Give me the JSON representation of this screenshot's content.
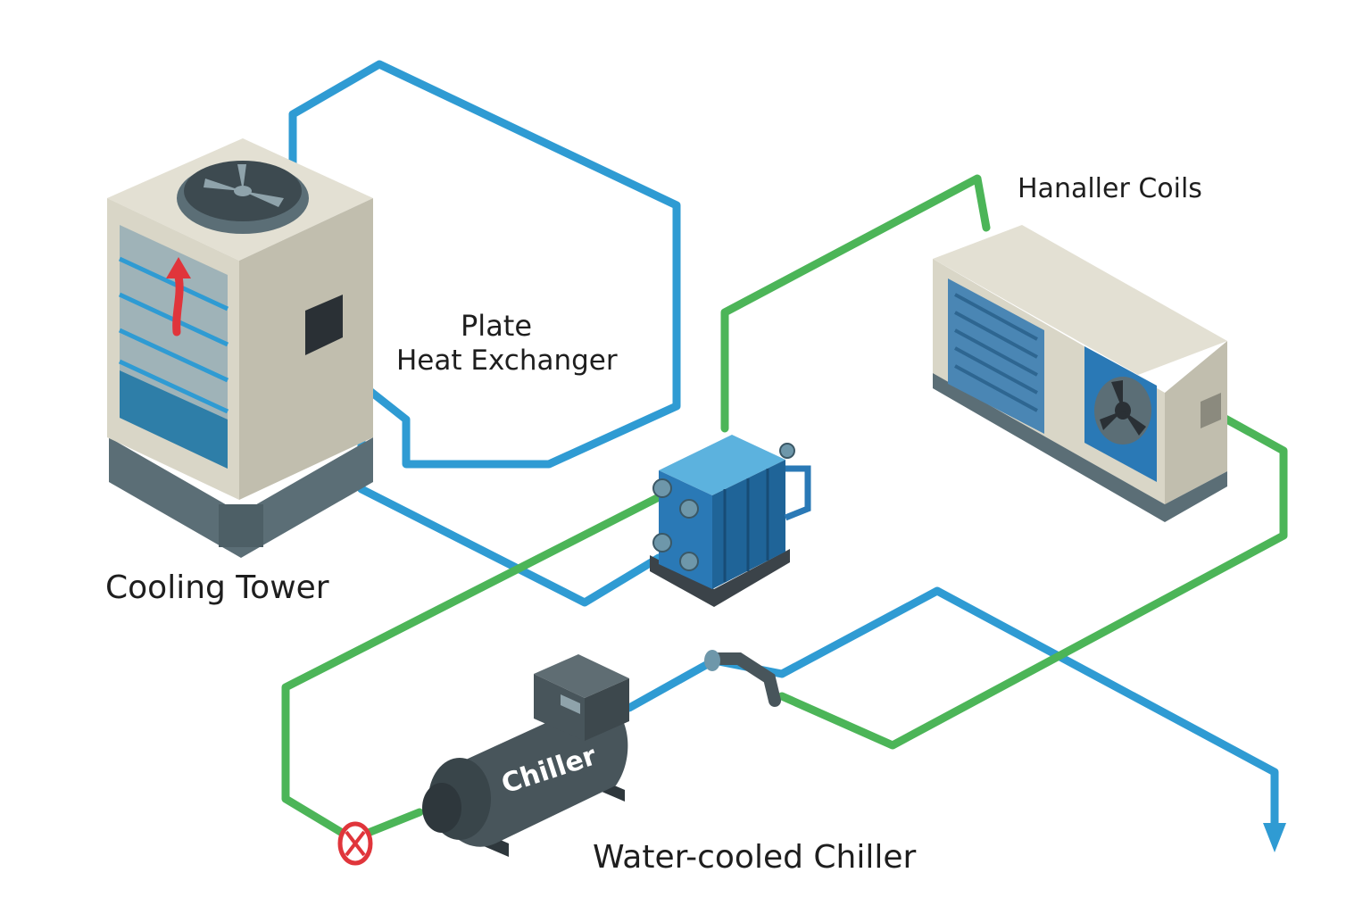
{
  "labels": {
    "cooling_tower": "Cooling Tower",
    "plate_line1": "Plate",
    "plate_line2": "Heat Exchanger",
    "coils": "Hanaller Coils",
    "chiller_title": "Water-cooled Chiller",
    "chiller_body": "Chiller"
  },
  "colors": {
    "condenser_water": "#2f9bd3",
    "chilled_water": "#4cb558",
    "casing": "#d9d6c7",
    "casing_side": "#c1beae",
    "base": "#5b6e76",
    "chiller_body": "#48555b",
    "exchanger": "#2a79b6",
    "valve": "#e0353b",
    "airflow_arrow": "#e0353b"
  },
  "components": [
    {
      "name": "Cooling Tower",
      "icons": [
        "fan-icon",
        "airflow-arrow-icon"
      ]
    },
    {
      "name": "Plate Heat Exchanger",
      "icons": [
        "plate-heat-exchanger-icon"
      ]
    },
    {
      "name": "Hanaller Coils",
      "icons": [
        "coil-louver-icon",
        "fan-icon"
      ]
    },
    {
      "name": "Water-cooled Chiller",
      "icons": [
        "chiller-icon",
        "valve-icon"
      ]
    }
  ]
}
